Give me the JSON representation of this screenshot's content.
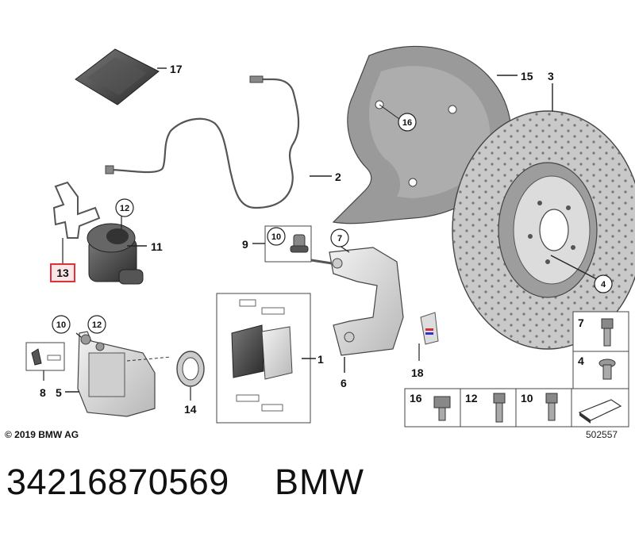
{
  "diagram": {
    "callouts": {
      "c17": "17",
      "c15": "15",
      "c3": "3",
      "c16": "16",
      "c2": "2",
      "c12a": "12",
      "c11": "11",
      "c13": "13",
      "c9": "9",
      "c10a": "10",
      "c7": "7",
      "c4": "4",
      "c10b": "10",
      "c12b": "12",
      "c1": "1",
      "c6": "6",
      "c18": "18",
      "c8": "8",
      "c5": "5",
      "c14": "14"
    },
    "legend_cells": {
      "l7": "7",
      "l4": "4",
      "l16": "16",
      "l12": "12",
      "l10": "10"
    },
    "copyright": "© 2019 BMW AG",
    "drawing_number": "502557",
    "highlight_color": "#e0303a"
  },
  "caption": {
    "part_number": "34216870569",
    "brand": "BMW"
  }
}
